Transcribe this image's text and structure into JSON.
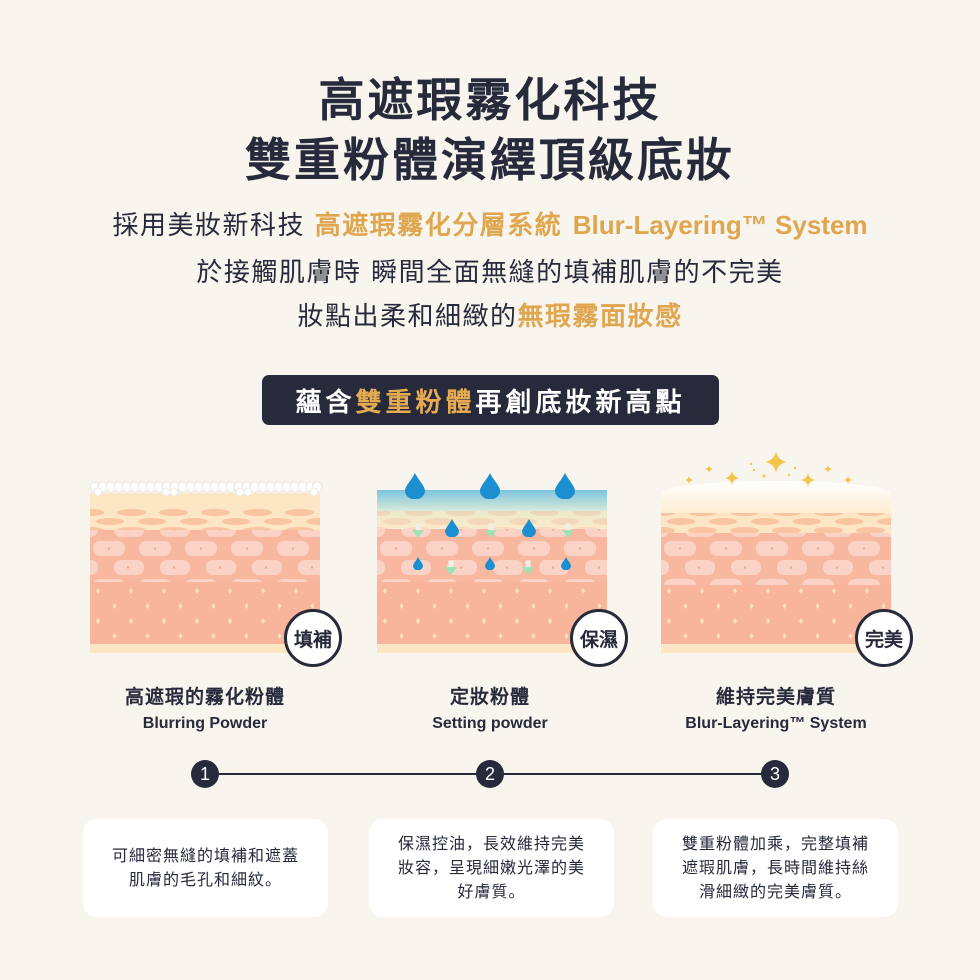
{
  "header": {
    "title_line1": "高遮瑕霧化科技",
    "title_line2": "雙重粉體演繹頂級底妝"
  },
  "intro": {
    "line1_prefix": "採用美妝新科技 ",
    "line1_highlight_zh": "高遮瑕霧化分層系統 ",
    "line1_highlight_en": "Blur-Layering™ System",
    "line2": "於接觸肌膚時 瞬間全面無縫的填補肌膚的不完美",
    "line3_prefix": "妝點出柔和細緻的",
    "line3_highlight": "無瑕霧面妝感"
  },
  "banner": {
    "prefix": "蘊含",
    "highlight": "雙重粉體",
    "suffix": " 再創底妝新高點"
  },
  "features": [
    {
      "illustration": "skin-with-powder-layer",
      "badge": "填補",
      "title_zh": "高遮瑕的霧化粉體",
      "title_en": "Blurring Powder",
      "step": "1",
      "description": "可細密無縫的填補和遮蓋肌膚的毛孔和細紋。"
    },
    {
      "illustration": "skin-with-water-drops",
      "badge": "保濕",
      "title_zh": "定妝粉體",
      "title_en": "Setting powder",
      "step": "2",
      "description": "保濕控油，長效維持完美妝容，呈現細嫩光澤的美好膚質。"
    },
    {
      "illustration": "skin-with-sparkles",
      "badge": "完美",
      "title_zh": "維持完美膚質",
      "title_en": "Blur-Layering™ System",
      "step": "3",
      "description": "雙重粉體加乘，完整填補遮瑕肌膚，長時間維持絲滑細緻的完美膚質。"
    }
  ],
  "colors": {
    "background": "#f8f5ee",
    "navy": "#262a3b",
    "gold": "#dfa64f",
    "skin": "#f8b8a0",
    "cell": "#fbd3c6",
    "epidermis": "#fde6c4",
    "water": "#1b8fd0"
  }
}
